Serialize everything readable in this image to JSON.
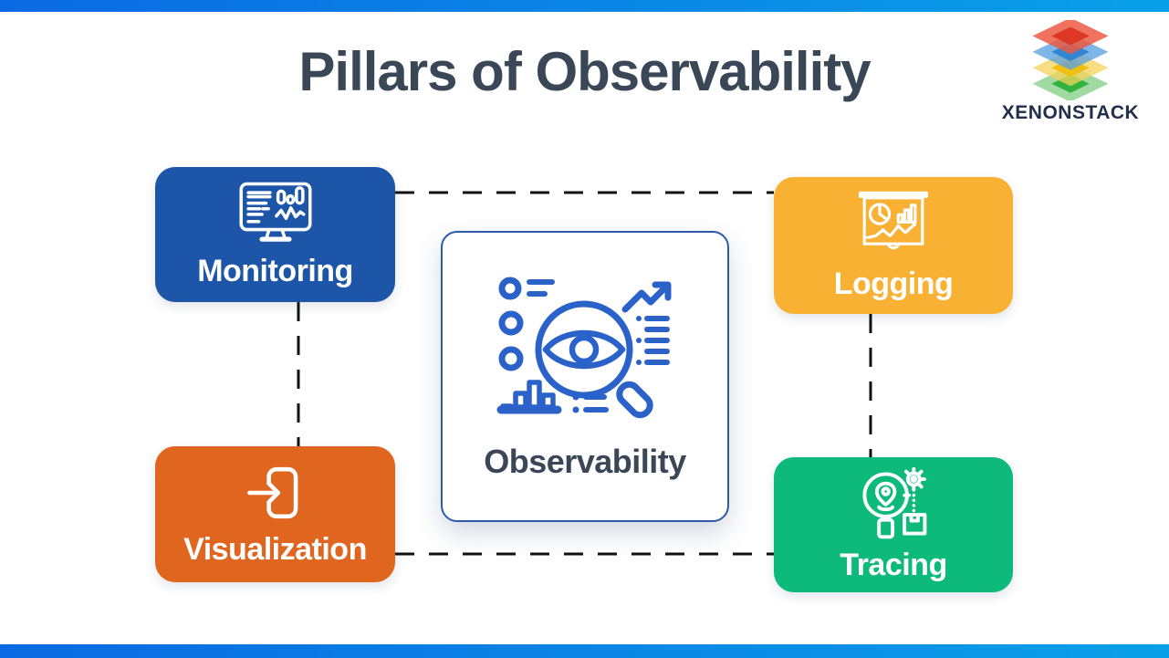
{
  "page": {
    "title": "Pillars of Observability",
    "background": "#ffffff",
    "accent_bar_gradient": [
      "#0b6ae3",
      "#09a0e8"
    ]
  },
  "logo": {
    "brand": "XENONSTACK",
    "icon": "xenonstack-layers-icon",
    "layer_colors": [
      "#dd3726",
      "#3186d3",
      "#f2c011",
      "#33b23e"
    ],
    "text_color": "#222e4c"
  },
  "center": {
    "label": "Observability",
    "icon": "observability-magnifier-eye-icon",
    "border_color": "#2a5cab",
    "icon_color": "#2a62c9",
    "text_color": "#3b4757"
  },
  "pillars": [
    {
      "id": "monitoring",
      "label": "Monitoring",
      "color": "#1d56a8",
      "icon": "monitor-dashboard-icon",
      "position": "top-left"
    },
    {
      "id": "logging",
      "label": "Logging",
      "color": "#f8b133",
      "icon": "presentation-charts-icon",
      "position": "top-right"
    },
    {
      "id": "visualization",
      "label": "Visualization",
      "color": "#e0661f",
      "icon": "enter-arrow-icon",
      "position": "bottom-left"
    },
    {
      "id": "tracing",
      "label": "Tracing",
      "color": "#0dba7b",
      "icon": "trace-search-package-icon",
      "position": "bottom-right"
    }
  ],
  "connectors": {
    "style": "dashed",
    "color": "#111111"
  }
}
